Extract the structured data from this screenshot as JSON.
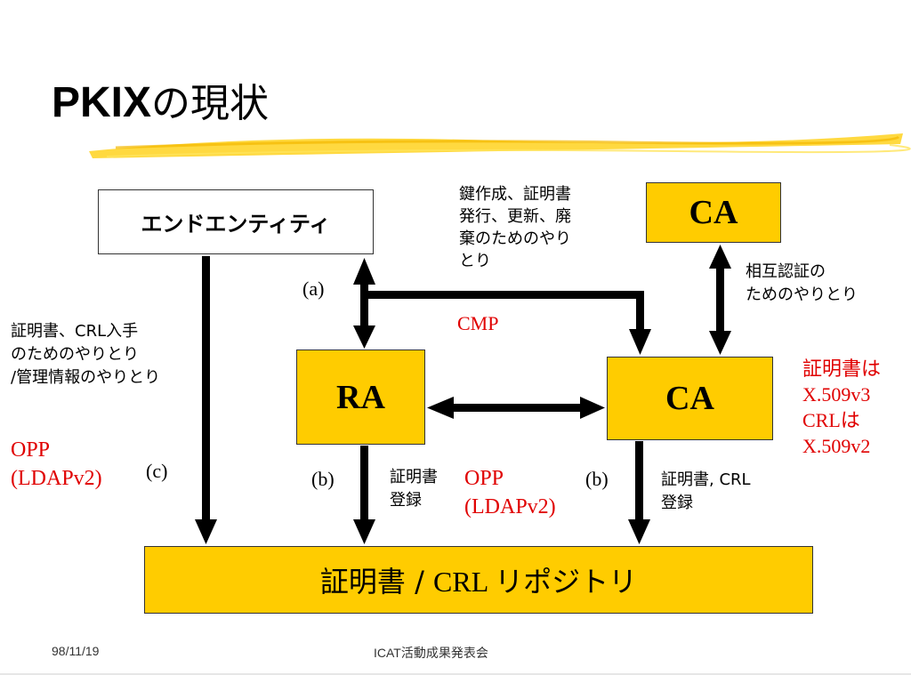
{
  "title": {
    "latin": "PKIX",
    "jp": "の現状"
  },
  "nodes": {
    "end_entity": "エンドエンティティ",
    "ca_top": "CA",
    "ra": "RA",
    "ca_mid": "CA",
    "repository_prefix": "証明書 / ",
    "repository_crl": "CRL ",
    "repository_suffix": "リポジトリ"
  },
  "labels": {
    "a": "(a)",
    "b_left": "(b)",
    "b_right": "(b)",
    "c": "(c)",
    "cmp_note": [
      "鍵作成、証明書",
      "発行、更新、廃",
      "棄のためのやり",
      "とり"
    ],
    "cmp": "CMP",
    "cross_cert": [
      "相互認証の",
      "ためのやりとり"
    ],
    "cert_formats": [
      "証明書は",
      "X.509v3",
      "CRLは",
      "X.509v2"
    ],
    "ee_note": [
      "証明書、CRL入手",
      "のためのやりとり",
      "/管理情報のやりとり"
    ],
    "opp_left": [
      "OPP",
      "(LDAPv2)"
    ],
    "opp_mid": [
      "OPP",
      "(LDAPv2)"
    ],
    "reg_cert": [
      "証明書",
      "登録"
    ],
    "reg_cert_crl": [
      "証明書, CRL",
      "登録"
    ]
  },
  "footer": {
    "date": "98/11/19",
    "event": "ICAT活動成果発表会"
  },
  "colors": {
    "box_fill": "#ffcc00",
    "accent_red": "#e00000",
    "arrow": "#000000"
  }
}
